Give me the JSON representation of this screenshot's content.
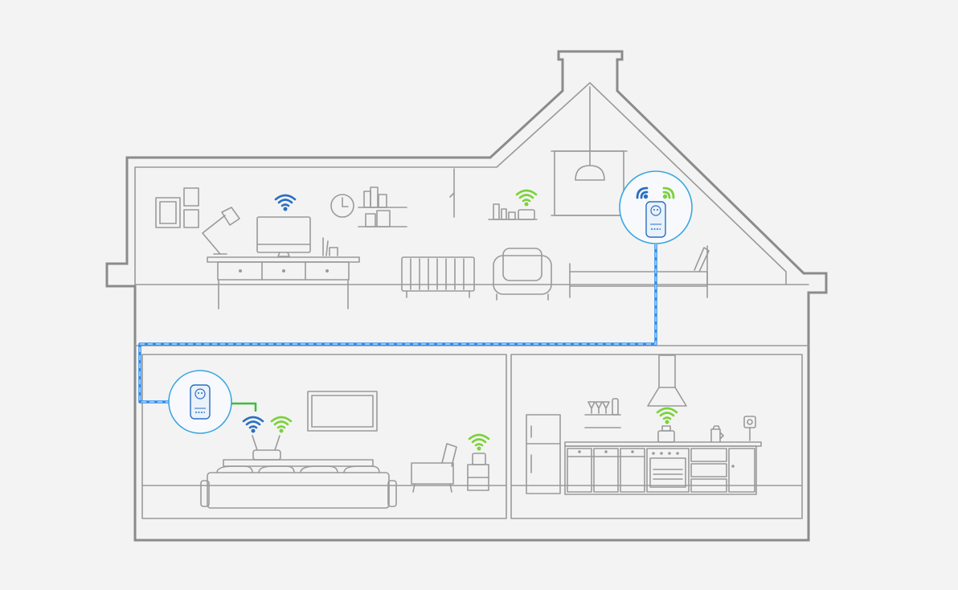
{
  "scene": {
    "description_free": true
  },
  "colors": {
    "background": "#f3f3f3",
    "outline": "#8e8e8e",
    "powerline_blue": "#2b8ef0",
    "powerline_light": "#b9dcff",
    "wifi_blue": "#2a6fc2",
    "wifi_green": "#7ad23a",
    "ethernet_green": "#3dbb3d",
    "adapter_ring": "#3aa7e0",
    "adapter_body": "#e9f1fb"
  },
  "icons": {
    "wifi_upstairs_desk": "wifi-icon-blue",
    "wifi_upstairs_shelf": "wifi-icon-green",
    "wifi_extender_blue": "wifi-icon-blue",
    "wifi_extender_green": "wifi-icon-green",
    "wifi_router_blue": "wifi-icon-blue",
    "wifi_router_green": "wifi-icon-green",
    "wifi_livingroom": "wifi-icon-green",
    "wifi_kitchen": "wifi-icon-green"
  }
}
